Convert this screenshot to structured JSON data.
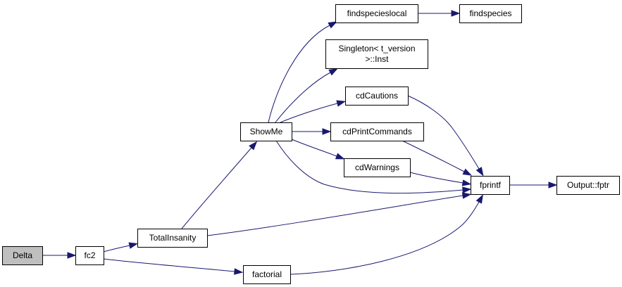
{
  "nodes": [
    {
      "id": "delta",
      "label": "Delta",
      "lines": [
        "Delta"
      ],
      "highlighted": true
    },
    {
      "id": "fc2",
      "label": "fc2",
      "lines": [
        "fc2"
      ]
    },
    {
      "id": "totalinsanity",
      "label": "TotalInsanity",
      "lines": [
        "TotalInsanity"
      ]
    },
    {
      "id": "factorial",
      "label": "factorial",
      "lines": [
        "factorial"
      ]
    },
    {
      "id": "showme",
      "label": "ShowMe",
      "lines": [
        "ShowMe"
      ]
    },
    {
      "id": "findspecieslocal",
      "label": "findspecieslocal",
      "lines": [
        "findspecieslocal"
      ]
    },
    {
      "id": "findspecies",
      "label": "findspecies",
      "lines": [
        "findspecies"
      ]
    },
    {
      "id": "singleton",
      "label": "Singleton< t_version >::Inst",
      "lines": [
        "Singleton< t_version",
        ">::Inst"
      ]
    },
    {
      "id": "cdcautions",
      "label": "cdCautions",
      "lines": [
        "cdCautions"
      ]
    },
    {
      "id": "cdprintcommands",
      "label": "cdPrintCommands",
      "lines": [
        "cdPrintCommands"
      ]
    },
    {
      "id": "cdwarnings",
      "label": "cdWarnings",
      "lines": [
        "cdWarnings"
      ]
    },
    {
      "id": "fprintf",
      "label": "fprintf",
      "lines": [
        "fprintf"
      ]
    },
    {
      "id": "outputfptr",
      "label": "Output::fptr",
      "lines": [
        "Output::fptr"
      ]
    }
  ],
  "edges": [
    {
      "from": "delta",
      "to": "fc2"
    },
    {
      "from": "fc2",
      "to": "totalinsanity"
    },
    {
      "from": "fc2",
      "to": "factorial"
    },
    {
      "from": "totalinsanity",
      "to": "showme"
    },
    {
      "from": "totalinsanity",
      "to": "fprintf"
    },
    {
      "from": "factorial",
      "to": "fprintf"
    },
    {
      "from": "showme",
      "to": "findspecieslocal"
    },
    {
      "from": "showme",
      "to": "singleton"
    },
    {
      "from": "showme",
      "to": "cdcautions"
    },
    {
      "from": "showme",
      "to": "cdprintcommands"
    },
    {
      "from": "showme",
      "to": "cdwarnings"
    },
    {
      "from": "showme",
      "to": "fprintf"
    },
    {
      "from": "findspecieslocal",
      "to": "findspecies"
    },
    {
      "from": "cdcautions",
      "to": "fprintf"
    },
    {
      "from": "cdprintcommands",
      "to": "fprintf"
    },
    {
      "from": "cdwarnings",
      "to": "fprintf"
    },
    {
      "from": "fprintf",
      "to": "outputfptr"
    }
  ],
  "colors": {
    "edge": "#191970",
    "highlighted_node_fill": "#bfbfbf",
    "node_fill": "#ffffff",
    "node_border": "#000000"
  }
}
